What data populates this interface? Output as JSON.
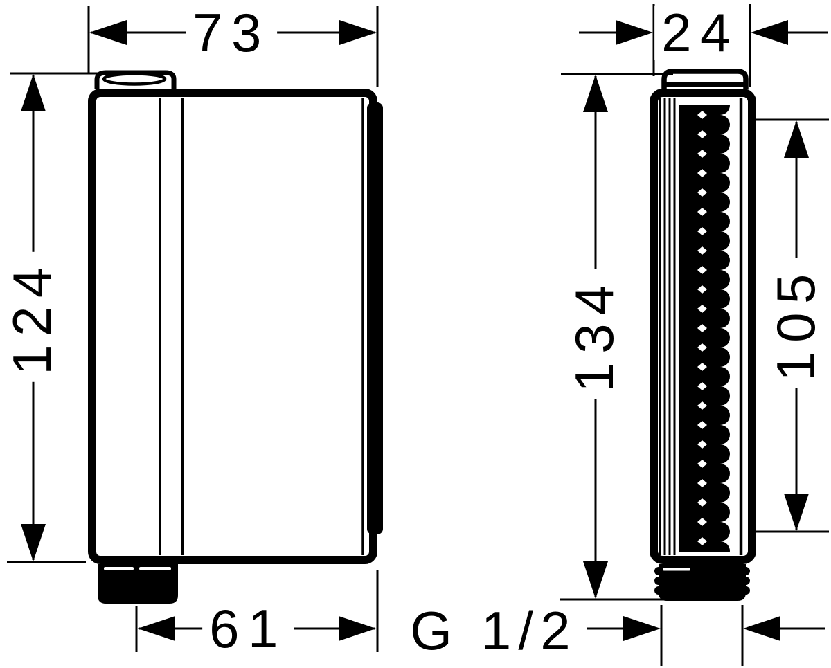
{
  "drawing": {
    "views": {
      "front": {
        "width_label": "73",
        "height_label": "124",
        "outlet_width_label": "61"
      },
      "side": {
        "depth_label": "24",
        "height_label": "134",
        "spray_face_height_label": "105"
      },
      "thread_label": "G 1/2"
    },
    "colors": {
      "line": "#000000",
      "background": "#ffffff"
    }
  }
}
